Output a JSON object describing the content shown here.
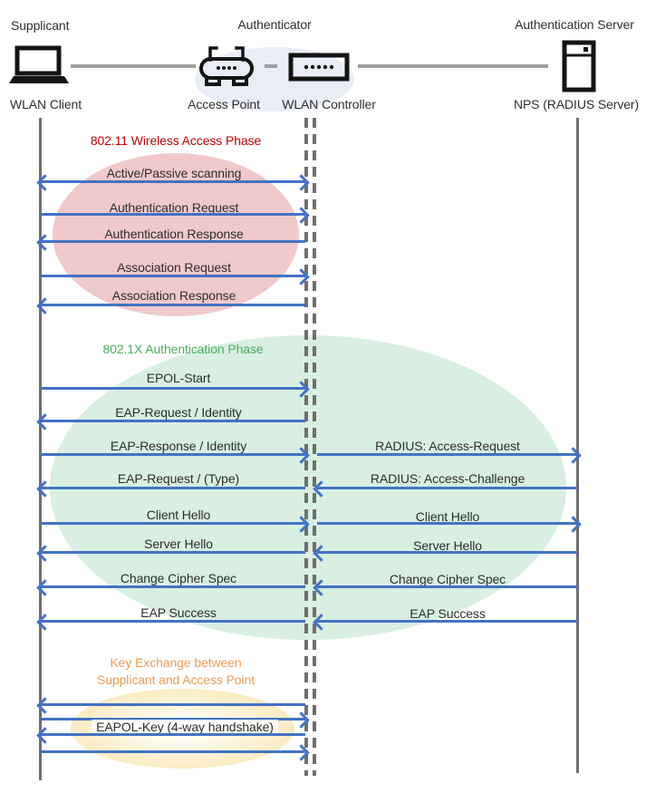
{
  "header": {
    "roles": {
      "supplicant": "Supplicant",
      "authenticator": "Authenticator",
      "auth_server": "Authentication Server"
    },
    "devices": {
      "wlan_client": "WLAN Client",
      "access_point": "Access Point",
      "wlan_controller": "WLAN Controller",
      "nps": "NPS (RADIUS Server)"
    },
    "icons": {
      "supplicant": "laptop-icon",
      "access_point": "wireless-router-icon",
      "wlan_controller": "controller-box-icon",
      "auth_server": "server-tower-icon"
    }
  },
  "phases": {
    "wireless_access": {
      "title": "802.11 Wireless Access Phase",
      "title_color": "#C00000",
      "fill": "#F0C9CB"
    },
    "dot1x_auth": {
      "title": "802.1X Authentication Phase",
      "title_color": "#4BAE5B",
      "fill": "#D8EFE1"
    },
    "key_exchange": {
      "title_line1": "Key Exchange between",
      "title_line2": "Supplicant and Access Point",
      "title_color": "#ED9C57",
      "fill": "#FBEDC6"
    }
  },
  "messages": {
    "scanning": "Active/Passive scanning",
    "authentication_request": "Authentication Request",
    "authentication_response": "Authentication Response",
    "association_request": "Association Request",
    "association_response": "Association Response",
    "epol_start": "EPOL-Start",
    "eap_request_identity": "EAP-Request / Identity",
    "eap_response_identity": "EAP-Response / Identity",
    "radius_access_request": "RADIUS: Access-Request",
    "eap_request_type": "EAP-Request / (Type)",
    "radius_access_challenge": "RADIUS: Access-Challenge",
    "client_hello": "Client Hello",
    "server_hello": "Server Hello",
    "change_cipher_spec": "Change Cipher Spec",
    "eap_success": "EAP Success",
    "eapol_key": "EAPOL-Key (4-way handshake)"
  },
  "colors": {
    "arrow": "#4472C4",
    "lifeline": "#6F6F6F",
    "connector": "#9E9E9E",
    "text": "#2E2E2E",
    "authenticator_halo": "#E9EDF6"
  }
}
